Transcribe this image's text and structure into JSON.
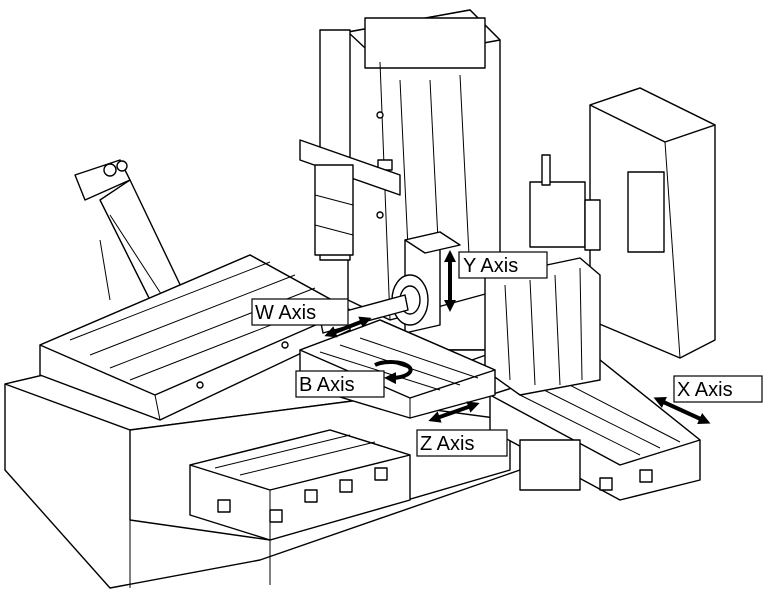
{
  "labels": {
    "y_axis": "Y Axis",
    "w_axis": "W Axis",
    "b_axis": "B Axis",
    "z_axis": "Z Axis",
    "x_axis": "X Axis"
  },
  "colors": {
    "line": "#000000",
    "fill": "#ffffff"
  }
}
